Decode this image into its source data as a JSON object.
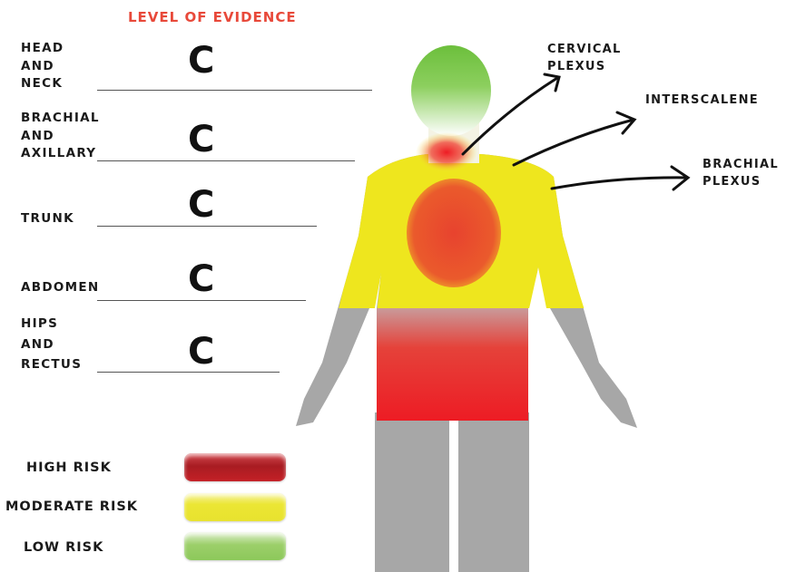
{
  "title": "LEVEL OF EVIDENCE",
  "regions": [
    {
      "label_lines": [
        "HEAD",
        "AND",
        "NECK"
      ],
      "grade": "C"
    },
    {
      "label_lines": [
        "BRACHIAL",
        "AND",
        "AXILLARY"
      ],
      "grade": "C"
    },
    {
      "label_lines": [
        "TRUNK"
      ],
      "grade": "C"
    },
    {
      "label_lines": [
        "ABDOMEN"
      ],
      "grade": "C"
    },
    {
      "label_lines": [
        "HIPS",
        "AND",
        "RECTUS"
      ],
      "grade": "C"
    }
  ],
  "legend": [
    {
      "label": "HIGH RISK",
      "color": "#c0222a"
    },
    {
      "label": "MODERATE RISK",
      "color": "#ebe634"
    },
    {
      "label": "LOW RISK",
      "color": "#8cc85a"
    }
  ],
  "nerves": [
    {
      "label_lines": [
        "CERVICAL",
        "PLEXUS"
      ]
    },
    {
      "label_lines": [
        "INTERSCALENE"
      ]
    },
    {
      "label_lines": [
        "BRACHIAL",
        "PLEXUS"
      ]
    }
  ]
}
